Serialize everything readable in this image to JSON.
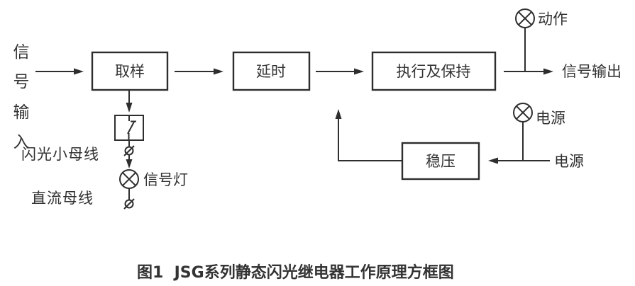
{
  "figure": {
    "caption": "图1  JSG系列静态闪光继电器工作原理方框图",
    "input_signal": {
      "chars": [
        "信",
        "号",
        "输",
        "入"
      ]
    },
    "blocks": {
      "sampling": "取样",
      "delay": "延时",
      "execute_hold": "执行及保持",
      "regulator": "稳压"
    },
    "lamps": {
      "action": "动作",
      "power": "电源",
      "signal": "信号灯"
    },
    "labels": {
      "signal_output": "信号输出",
      "power_input": "电源",
      "flash_bus": "闪光小母线",
      "dc_bus": "直流母线"
    },
    "colors": {
      "line": "#2e2e2e",
      "text": "#333333",
      "background": "#ffffff"
    }
  }
}
